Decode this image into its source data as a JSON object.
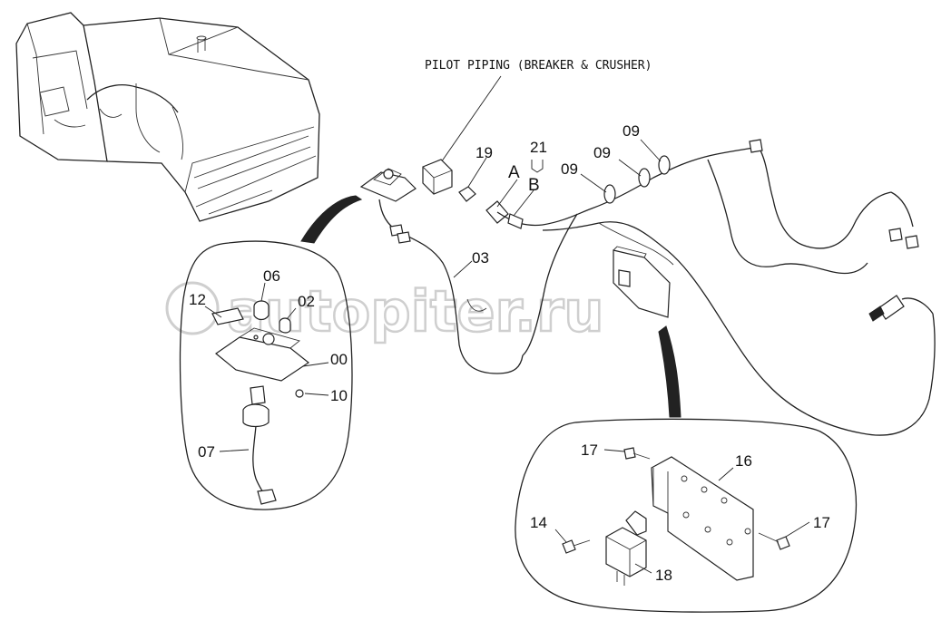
{
  "diagram": {
    "title": "PILOT  PIPING  (BREAKER & CRUSHER)",
    "watermark": "autopiter.ru",
    "callouts": {
      "p19": "19",
      "p21": "21",
      "pA": "A",
      "pB": "B",
      "p09a": "09",
      "p09b": "09",
      "p09c": "09",
      "p03": "03",
      "p06": "06",
      "p12": "12",
      "p02": "02",
      "p00": "00",
      "p10": "10",
      "p07": "07",
      "p17a": "17",
      "p16": "16",
      "p14": "14",
      "p17b": "17",
      "p18": "18"
    },
    "colors": {
      "line": "#222222",
      "watermark": "#cfcfcf",
      "background": "#ffffff"
    }
  }
}
